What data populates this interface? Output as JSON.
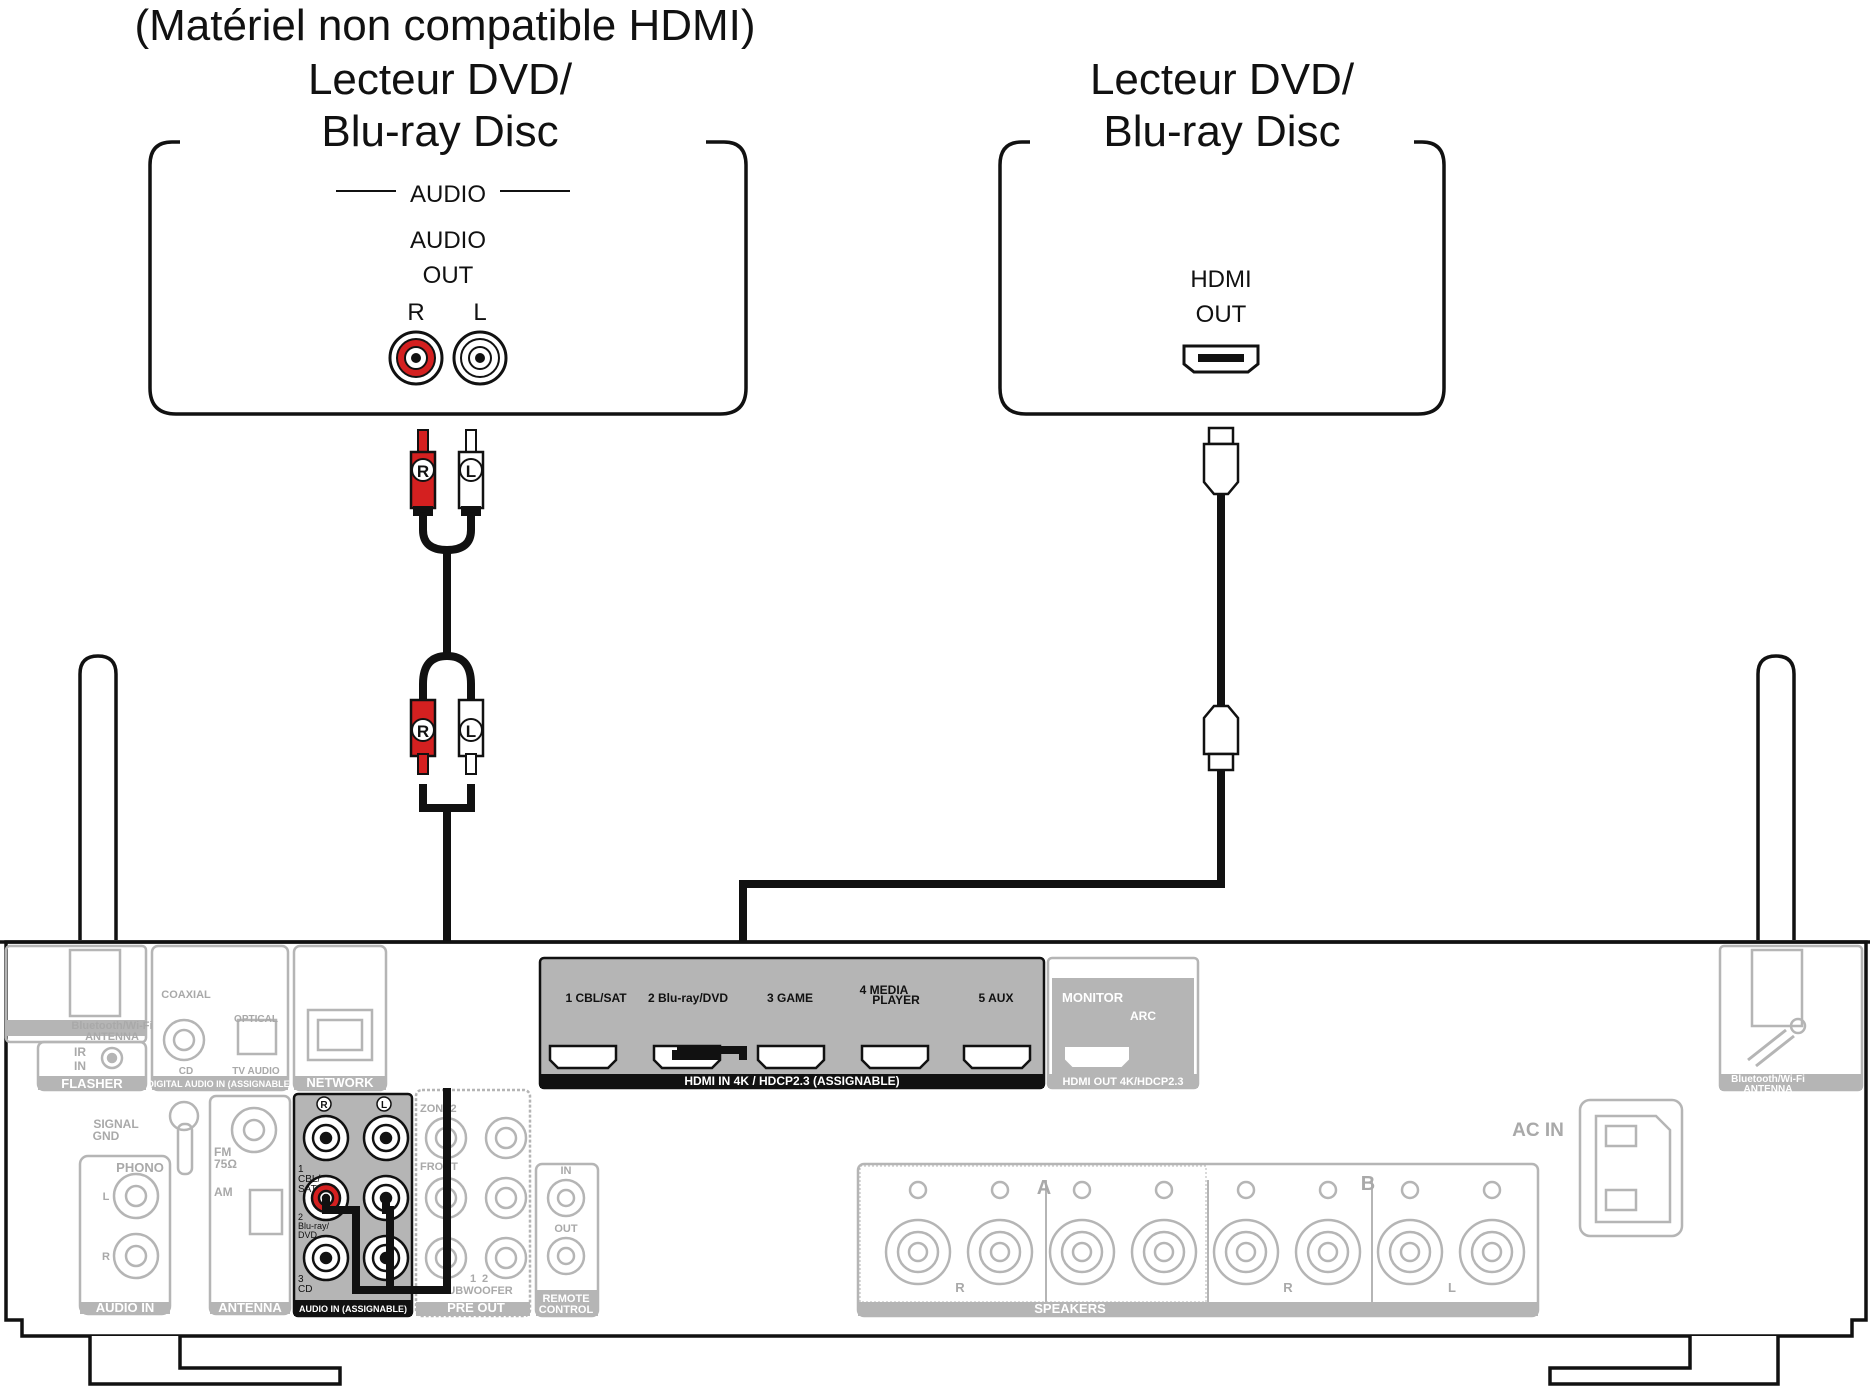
{
  "left_device": {
    "note": "(Matériel non compatible HDMI)",
    "title_line1": "Lecteur DVD/",
    "title_line2": "Blu-ray Disc",
    "section_label": "AUDIO",
    "port_label_line1": "AUDIO",
    "port_label_line2": "OUT",
    "channel_r": "R",
    "channel_l": "L"
  },
  "right_device": {
    "title_line1": "Lecteur DVD/",
    "title_line2": "Blu-ray Disc",
    "port_label_line1": "HDMI",
    "port_label_line2": "OUT"
  },
  "audio_cable": {
    "plug_r": "R",
    "plug_l": "L"
  },
  "receiver": {
    "hdmi_in": {
      "ports": [
        "1 CBL/SAT",
        "2 Blu-ray/DVD",
        "3 GAME",
        "4 MEDIA",
        "PLAYER",
        "5 AUX"
      ],
      "caption": "HDMI IN  4K / HDCP2.3 (ASSIGNABLE)"
    },
    "hdmi_out": {
      "monitor": "MONITOR",
      "arc": "ARC",
      "caption": "HDMI OUT 4K/HDCP2.3"
    },
    "left_panel": {
      "bt_antenna_1": "Bluetooth/Wi-Fi",
      "bt_antenna_2": "ANTENNA",
      "ir": "IR",
      "in": "IN",
      "flasher": "FLASHER",
      "coaxial": "COAXIAL",
      "optical": "OPTICAL",
      "cd": "CD",
      "tv_audio": "TV AUDIO",
      "digital_audio_in": "DIGITAL AUDIO IN (ASSIGNABLE)",
      "network": "NETWORK",
      "signal": "SIGNAL",
      "gnd": "GND",
      "phono": "PHONO",
      "phono_l": "L",
      "phono_r": "R",
      "audio_in": "AUDIO IN",
      "fm": "FM",
      "fm_ohm": "75Ω",
      "am": "AM",
      "antenna": "ANTENNA"
    },
    "audio_in_assignable": {
      "col_r": "R",
      "col_l": "L",
      "row1_a": "1",
      "row1_b": "CBL/",
      "row1_c": "SAT",
      "row2_a": "2",
      "row2_b": "Blu-ray/",
      "row2_c": "DVD",
      "row3_a": "3",
      "row3_b": "CD",
      "caption": "AUDIO IN (ASSIGNABLE)"
    },
    "pre_out": {
      "zone2": "ZONE2",
      "front": "FRONT",
      "subwoofer": "SUBWOOFER",
      "sub_1": "1",
      "sub_2": "2",
      "caption": "PRE OUT"
    },
    "remote": {
      "in": "IN",
      "out": "OUT",
      "caption_1": "REMOTE",
      "caption_2": "CONTROL"
    },
    "speakers": {
      "group_a": "A",
      "group_b": "B",
      "r_label": "R",
      "l_label": "L",
      "caption": "SPEAKERS"
    },
    "ac_in": "AC IN",
    "bt_antenna_right_1": "Bluetooth/Wi-Fi",
    "bt_antenna_right_2": "ANTENNA"
  },
  "colors": {
    "line": "#111111",
    "red_plug": "#d42020",
    "grey_panel": "#b5b5b5",
    "dark_panel": "#5d5d5d",
    "receiver_outline": "#111111"
  }
}
